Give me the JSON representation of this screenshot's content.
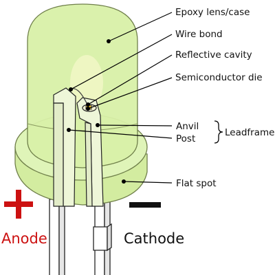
{
  "labels": {
    "epoxy": "Epoxy lens/case",
    "wire_bond": "Wire bond",
    "reflective_cavity": "Reflective cavity",
    "semiconductor_die": "Semiconductor die",
    "anvil": "Anvil",
    "post": "Post",
    "leadframe": "Leadframe",
    "flat_spot": "Flat spot"
  },
  "polarity": {
    "anode_label": "Anode",
    "cathode_label": "Cathode",
    "anode_symbol": "+",
    "cathode_symbol": "−"
  },
  "colors": {
    "lens_fill": "#dbf2b0",
    "lens_stroke": "#7a8a55",
    "anode": "#cc1111",
    "cathode": "#111111",
    "leader": "#000000"
  }
}
